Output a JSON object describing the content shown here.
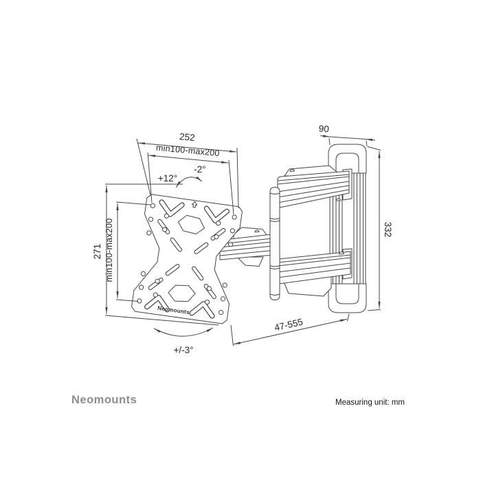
{
  "colors": {
    "background": "#ffffff",
    "line": "#454545",
    "dimension_text": "#262626",
    "footer_brand": "#8e8e8e",
    "footer_text": "#141414"
  },
  "diagram": {
    "type": "technical-drawing",
    "vesa_plate": {
      "brand_label": "Neomounts"
    },
    "dimensions": {
      "plate_width": "252",
      "vesa_width": "min100-max200",
      "plate_height": "271",
      "vesa_height": "min100-max200",
      "tilt_up": "+12°",
      "tilt_down": "-2°",
      "swivel": "+/-3°",
      "bracket_depth": "90",
      "bracket_height": "332",
      "extension": "47-555"
    }
  },
  "footer": {
    "brand": "Neomounts",
    "measuring_unit_label": "Measuring unit: mm"
  }
}
